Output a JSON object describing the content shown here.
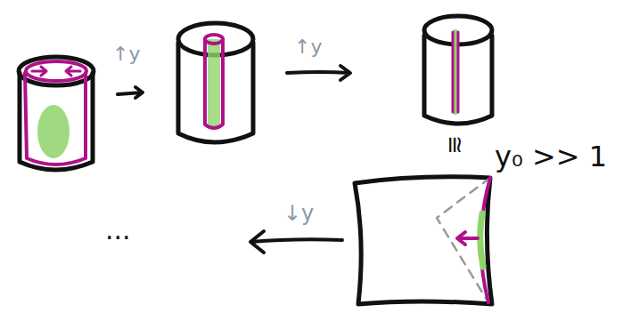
{
  "diagram": {
    "labels": [
      "↑y",
      "↑y",
      "≅",
      "y₀ >> 1",
      "↓y",
      "..."
    ]
  }
}
